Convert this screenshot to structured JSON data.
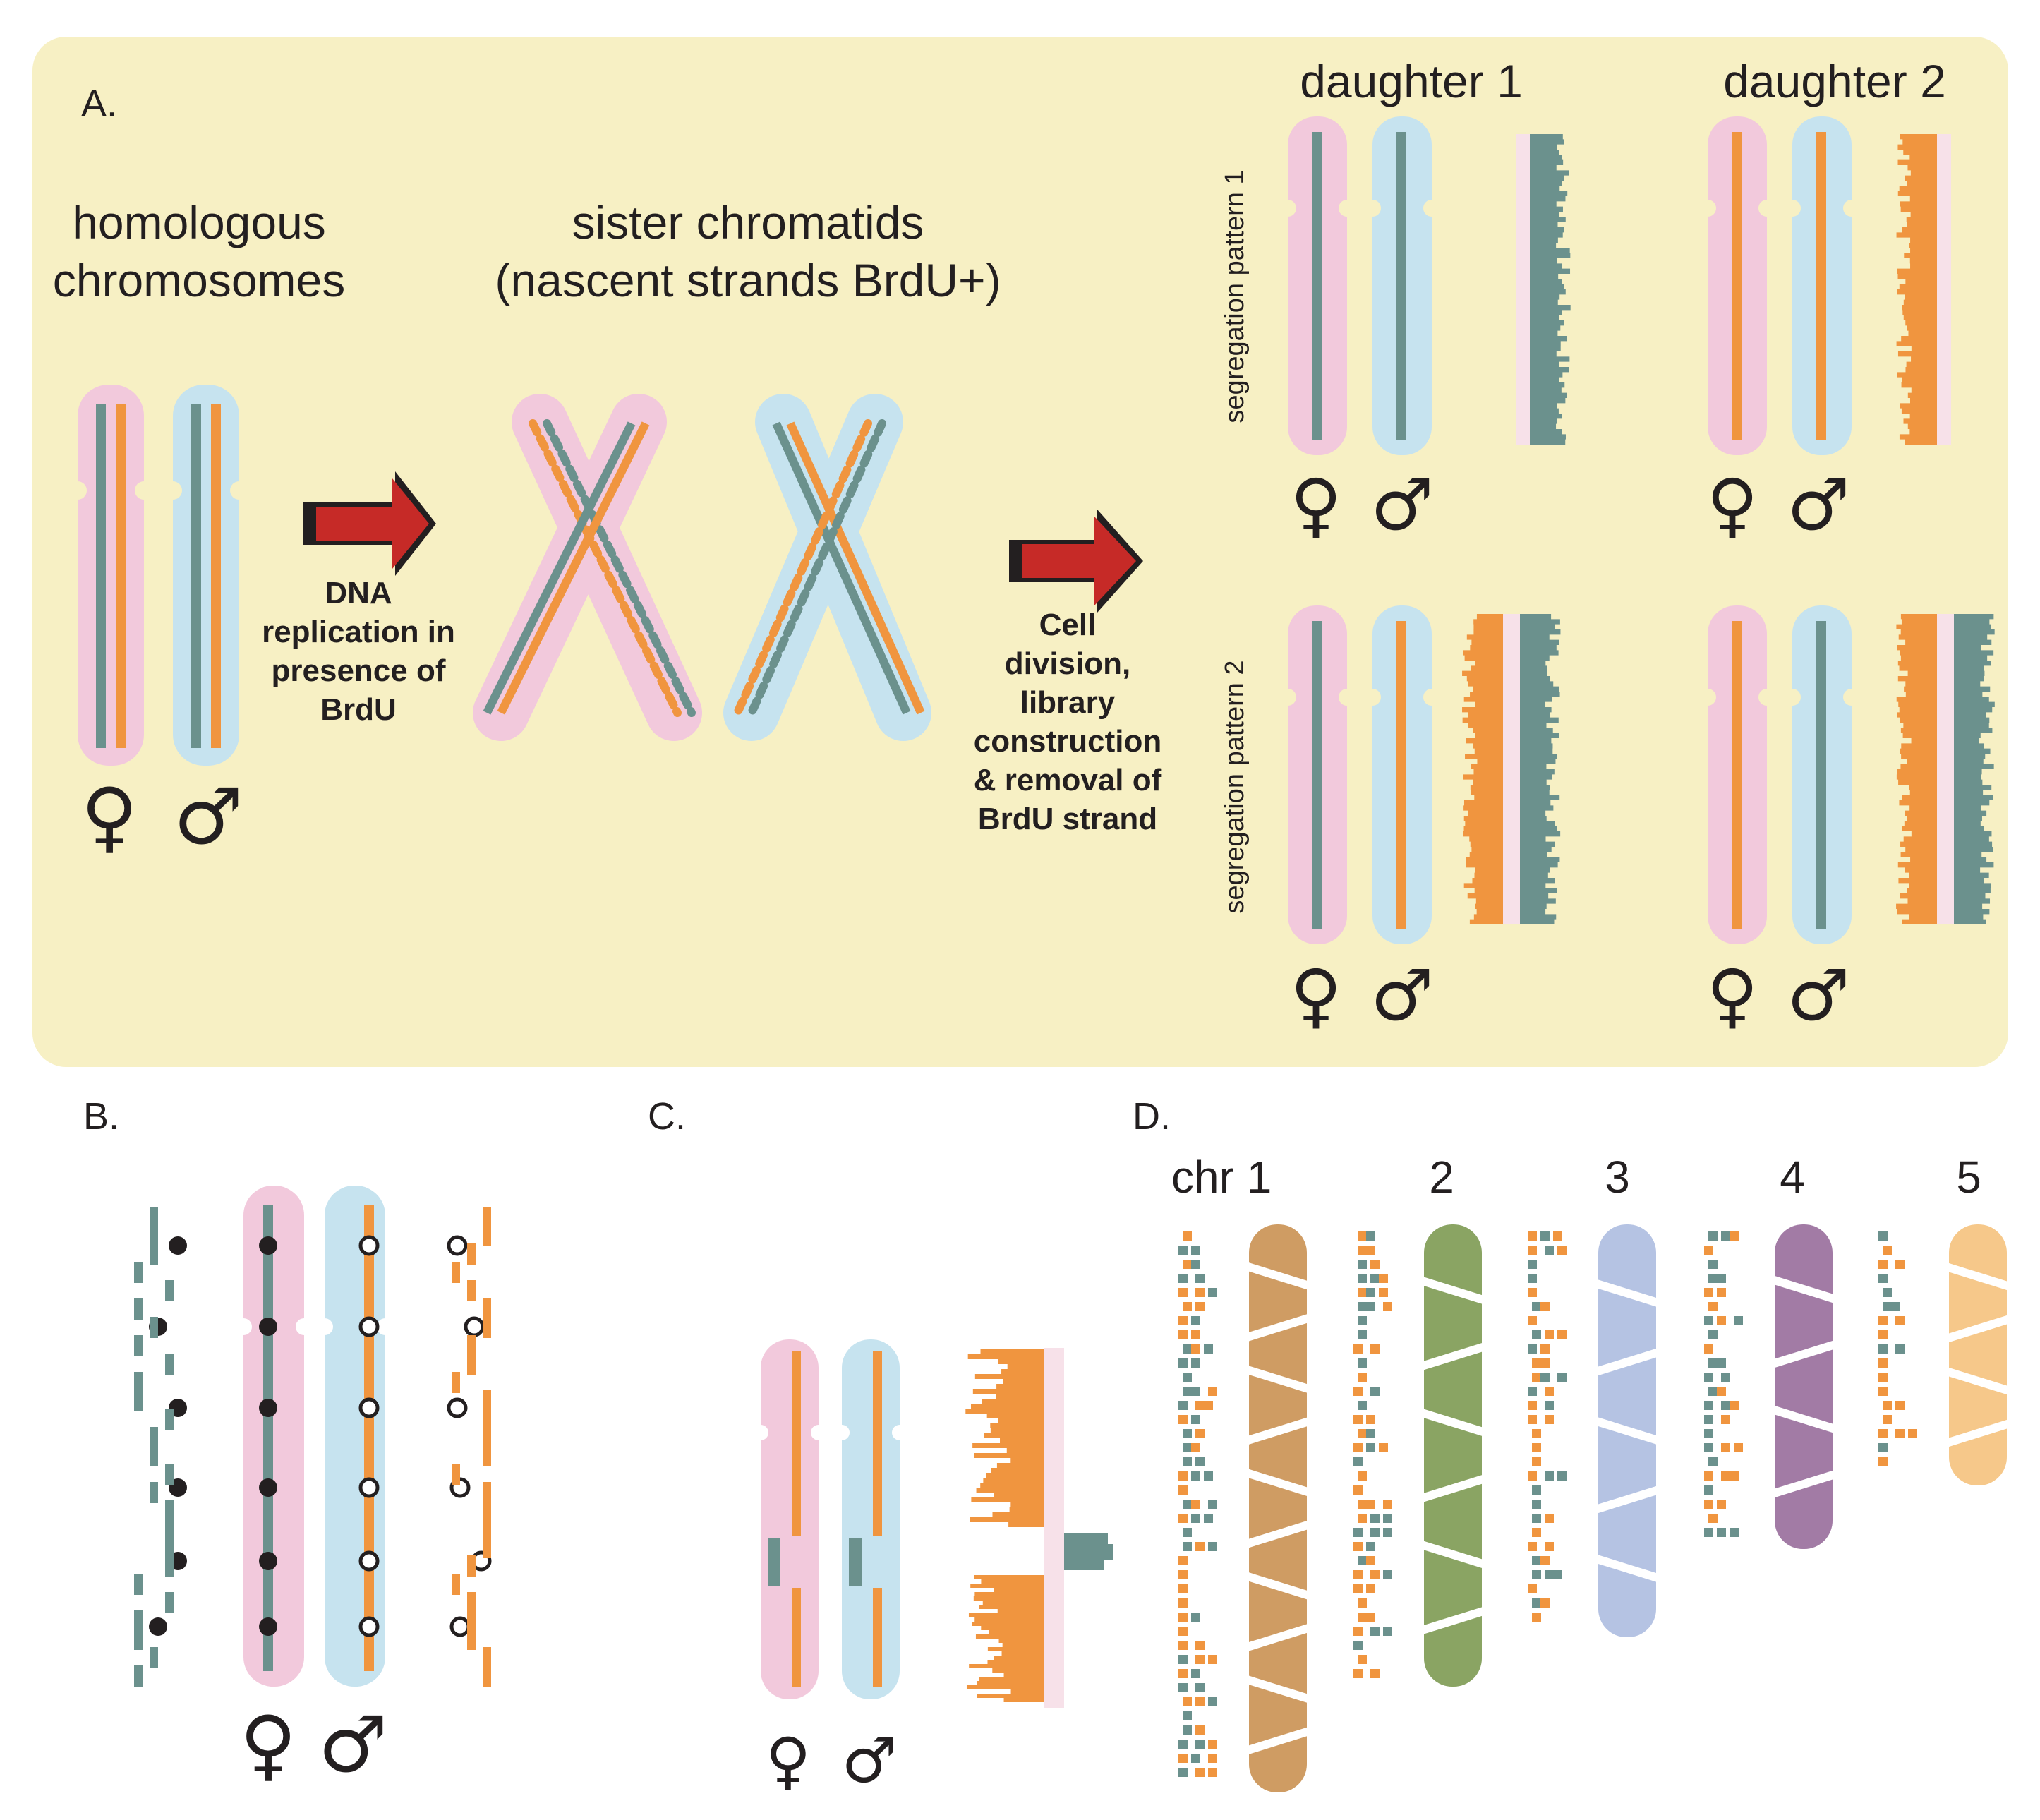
{
  "panel_a": {
    "letter": "A.",
    "heading_homologous": [
      "homologous",
      "chromosomes"
    ],
    "heading_sisters": [
      "sister chromatids",
      "(nascent strands BrdU+)"
    ],
    "caption_replication": [
      "DNA",
      "replication in",
      "presence of",
      "BrdU"
    ],
    "caption_division": [
      "Cell",
      "division,",
      "library",
      "construction",
      "& removal of",
      "BrdU strand"
    ],
    "daughter_1": "daughter 1",
    "daughter_2": "daughter 2",
    "segregation_1": "segregation pattern 1",
    "segregation_2": "segregation pattern 2"
  },
  "panel_b": {
    "letter": "B."
  },
  "panel_c": {
    "letter": "C."
  },
  "panel_d": {
    "letter": "D.",
    "chromosome_labels": [
      "chr 1",
      "2",
      "3",
      "4",
      "5"
    ]
  },
  "symbols": {
    "female": "♀",
    "male": "♂"
  },
  "colors": {
    "background_panel_a": "#f7f0c4",
    "maternal_pink": "#f2c9dc",
    "paternal_blue": "#c6e3ef",
    "teal_strand": "#6b918d",
    "orange_strand": "#f0953f",
    "arrow_red": "#c62a27",
    "chr1": "#cf9c63",
    "chr2": "#8aa463",
    "chr3": "#b5c3e3",
    "chr4": "#a27ba5",
    "chr5": "#f6c88a"
  }
}
